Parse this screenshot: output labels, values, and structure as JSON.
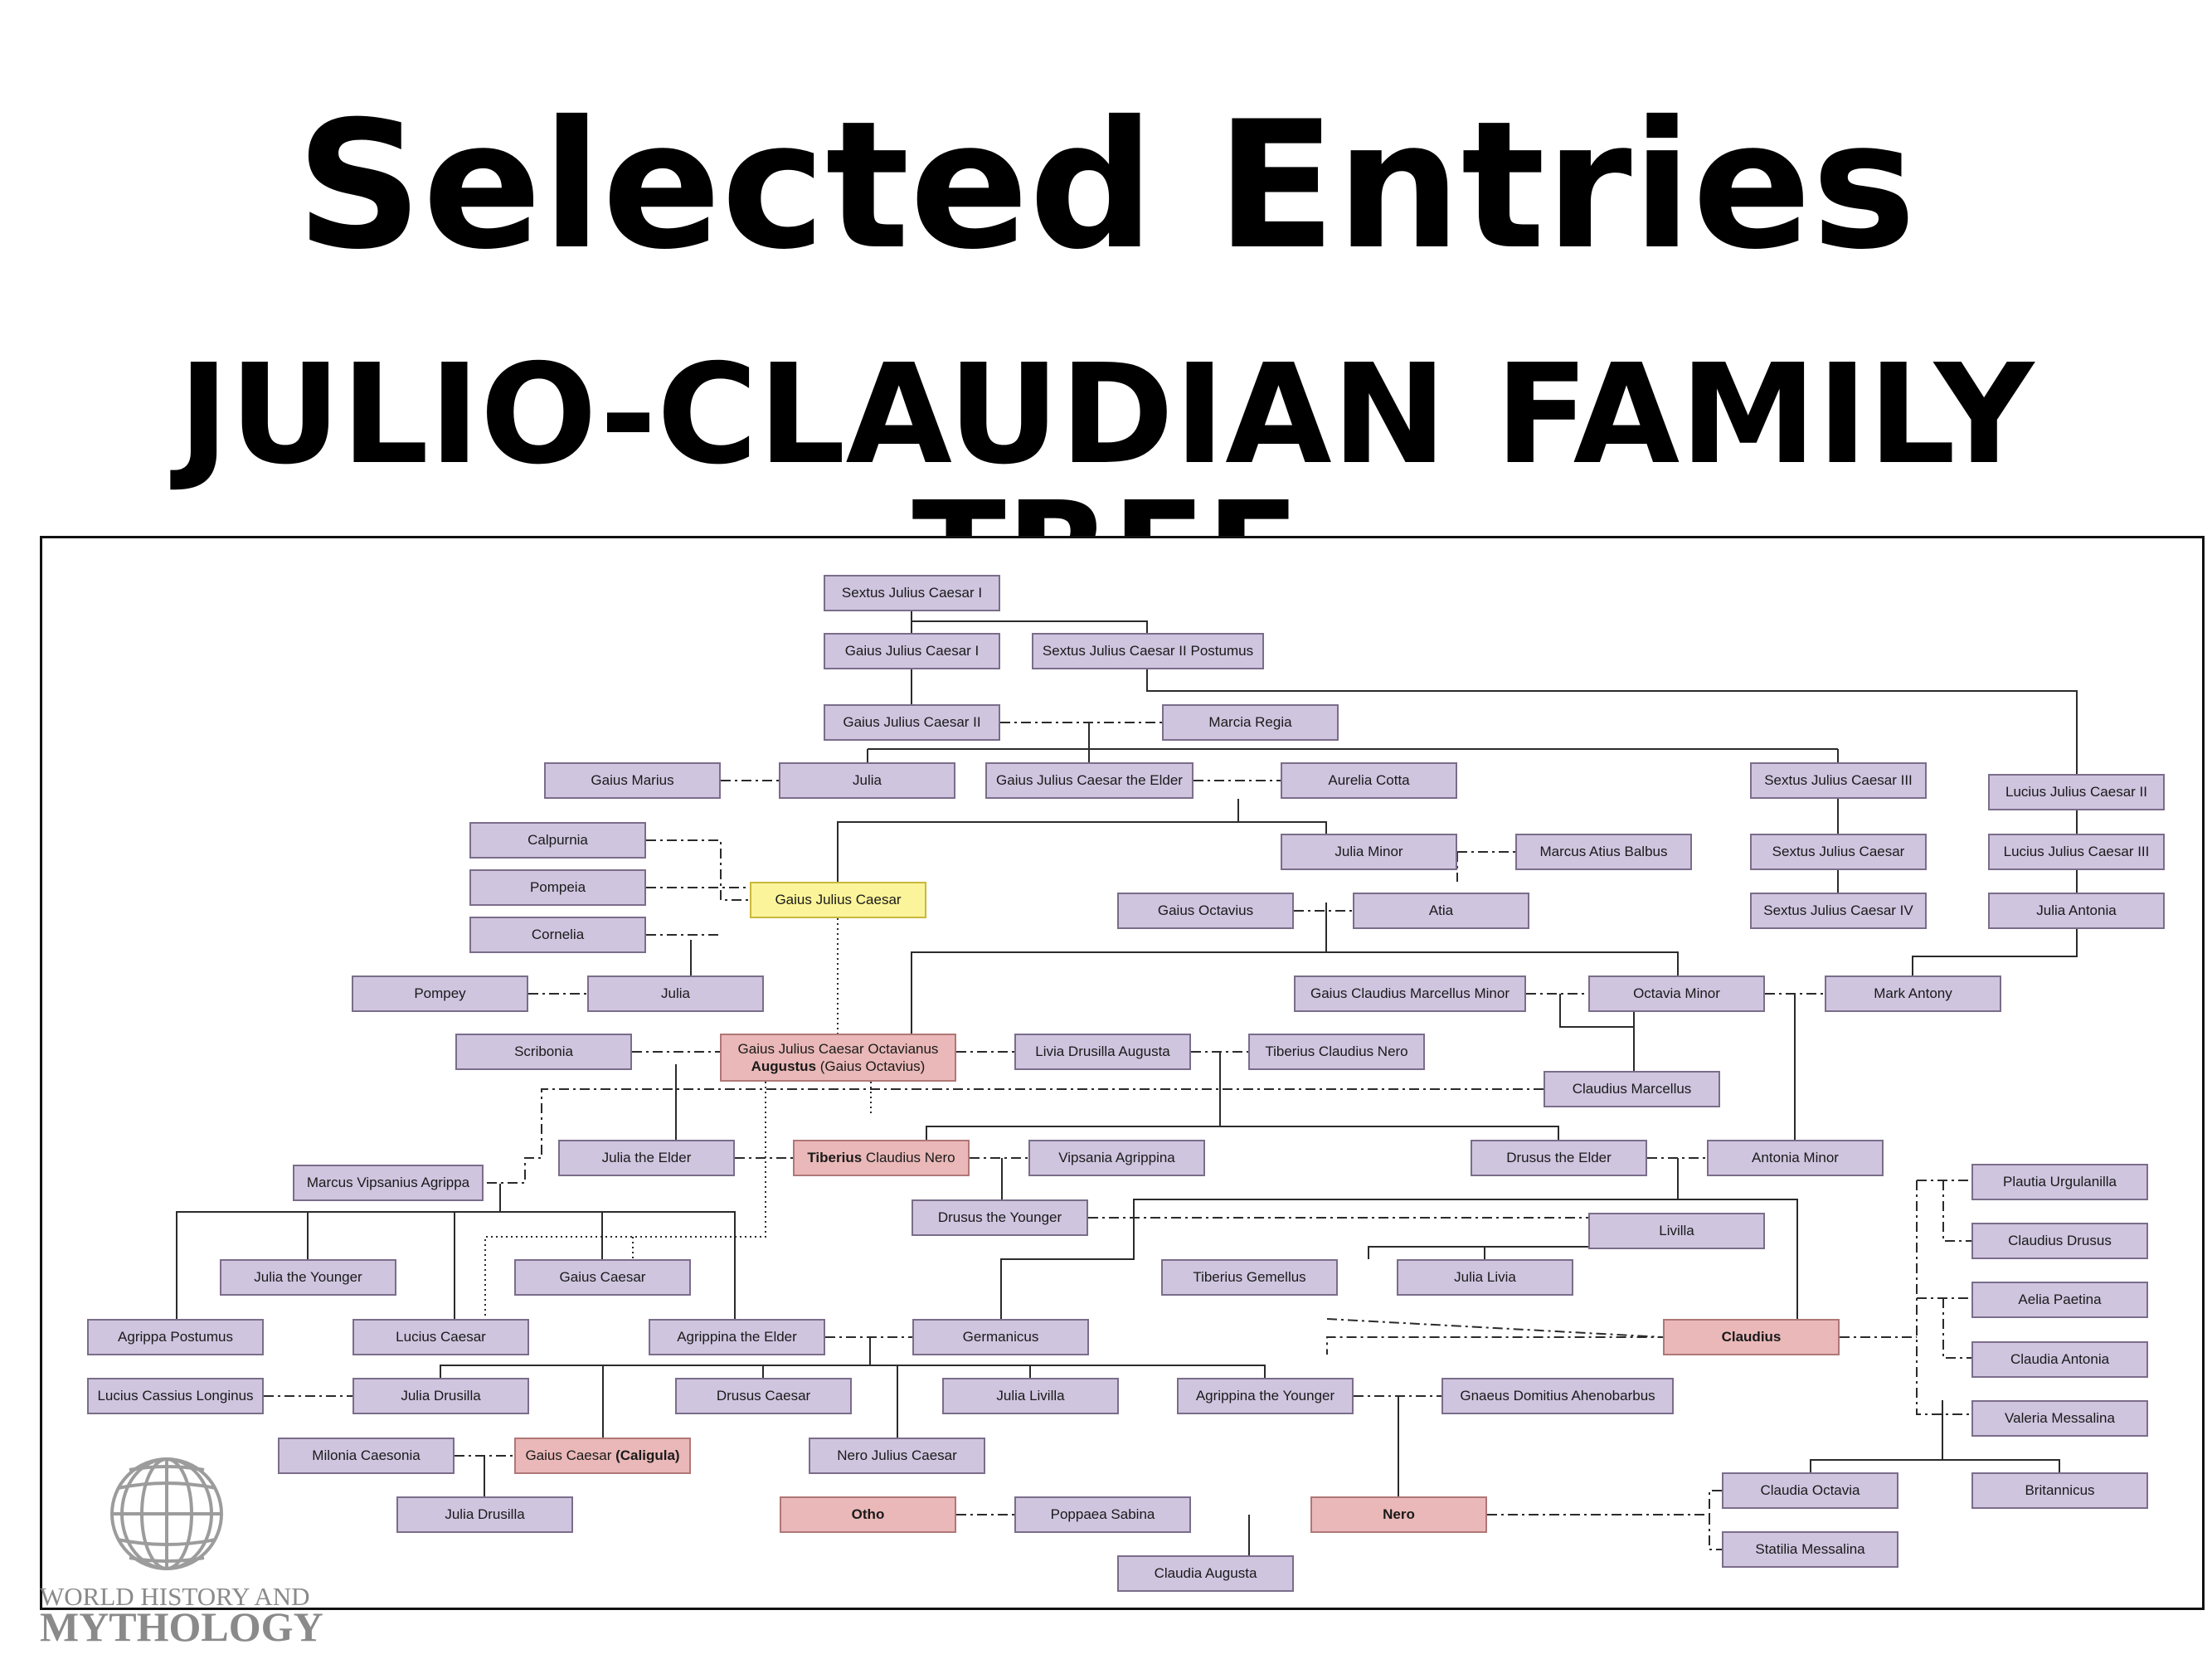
{
  "title": "Selected Entries",
  "subtitle": "JULIO-CLAUDIAN FAMILY TREE",
  "colors": {
    "default_fill": "#cfc5df",
    "emperor_fill": "#eab8b8",
    "highlight_fill": "#fbf49a",
    "line": "#2b2b2b"
  },
  "people": [
    {
      "id": "p1",
      "name": "Sextus Julius Caesar I",
      "kind": "default"
    },
    {
      "id": "p2",
      "name": "Gaius Julius Caesar I",
      "kind": "default"
    },
    {
      "id": "p3",
      "name": "Sextus Julius Caesar II Postumus",
      "kind": "default"
    },
    {
      "id": "p4",
      "name": "Gaius Julius Caesar II",
      "kind": "default"
    },
    {
      "id": "p5",
      "name": "Marcia Regia",
      "kind": "default"
    },
    {
      "id": "p6",
      "name": "Gaius Marius",
      "kind": "default"
    },
    {
      "id": "p7",
      "name": "Julia",
      "kind": "default"
    },
    {
      "id": "p8",
      "name": "Gaius Julius Caesar the Elder",
      "kind": "default"
    },
    {
      "id": "p9",
      "name": "Aurelia Cotta",
      "kind": "default"
    },
    {
      "id": "p10",
      "name": "Sextus Julius Caesar III",
      "kind": "default"
    },
    {
      "id": "p11",
      "name": "Lucius Julius Caesar II",
      "kind": "default"
    },
    {
      "id": "p12",
      "name": "Calpurnia",
      "kind": "default"
    },
    {
      "id": "p13",
      "name": "Pompeia",
      "kind": "default"
    },
    {
      "id": "p14",
      "name": "Cornelia",
      "kind": "default"
    },
    {
      "id": "p15",
      "name": "Gaius Julius Caesar",
      "kind": "highlight"
    },
    {
      "id": "p16",
      "name": "Julia Minor",
      "kind": "default"
    },
    {
      "id": "p17",
      "name": "Marcus Atius Balbus",
      "kind": "default"
    },
    {
      "id": "p18",
      "name": "Sextus Julius Caesar",
      "kind": "default"
    },
    {
      "id": "p19",
      "name": "Lucius Julius Caesar III",
      "kind": "default"
    },
    {
      "id": "p20",
      "name": "Gaius Octavius",
      "kind": "default"
    },
    {
      "id": "p21",
      "name": "Atia",
      "kind": "default"
    },
    {
      "id": "p22",
      "name": "Sextus Julius Caesar IV",
      "kind": "default"
    },
    {
      "id": "p23",
      "name": "Julia Antonia",
      "kind": "default"
    },
    {
      "id": "p24",
      "name": "Pompey",
      "kind": "default"
    },
    {
      "id": "p25",
      "name": "Julia",
      "kind": "default"
    },
    {
      "id": "p26",
      "name": "Gaius Claudius Marcellus Minor",
      "kind": "default"
    },
    {
      "id": "p27",
      "name": "Octavia Minor",
      "kind": "default"
    },
    {
      "id": "p28",
      "name": "Mark Antony",
      "kind": "default"
    },
    {
      "id": "p29",
      "name": "Scribonia",
      "kind": "default"
    },
    {
      "id": "p30",
      "name": "Gaius Julius Caesar Octavianus",
      "name2_bold": "Augustus",
      "name2_rest": " (Gaius Octavius)",
      "kind": "emperor"
    },
    {
      "id": "p31",
      "name": "Livia Drusilla Augusta",
      "kind": "default"
    },
    {
      "id": "p32",
      "name": "Tiberius Claudius Nero",
      "kind": "default"
    },
    {
      "id": "p33",
      "name": "Claudius Marcellus",
      "kind": "default"
    },
    {
      "id": "p34",
      "name": "Julia the Elder",
      "kind": "default"
    },
    {
      "id": "p35",
      "name_bold": "Tiberius",
      "name": " Claudius Nero",
      "kind": "emperor"
    },
    {
      "id": "p36",
      "name": "Vipsania Agrippina",
      "kind": "default"
    },
    {
      "id": "p37",
      "name": "Drusus the Elder",
      "kind": "default"
    },
    {
      "id": "p38",
      "name": "Antonia Minor",
      "kind": "default"
    },
    {
      "id": "p39",
      "name": "Marcus Vipsanius Agrippa",
      "kind": "default"
    },
    {
      "id": "p40",
      "name": "Plautia Urgulanilla",
      "kind": "default"
    },
    {
      "id": "p41",
      "name": "Drusus the Younger",
      "kind": "default"
    },
    {
      "id": "p42",
      "name": "Livilla",
      "kind": "default"
    },
    {
      "id": "p43",
      "name": "Claudius Drusus",
      "kind": "default"
    },
    {
      "id": "p44",
      "name": "Julia the Younger",
      "kind": "default"
    },
    {
      "id": "p45",
      "name": "Gaius Caesar",
      "kind": "default"
    },
    {
      "id": "p46",
      "name": "Tiberius Gemellus",
      "kind": "default"
    },
    {
      "id": "p47",
      "name": "Julia Livia",
      "kind": "default"
    },
    {
      "id": "p48",
      "name": "Aelia Paetina",
      "kind": "default"
    },
    {
      "id": "p49",
      "name": "Agrippa Postumus",
      "kind": "default"
    },
    {
      "id": "p50",
      "name": "Lucius Caesar",
      "kind": "default"
    },
    {
      "id": "p51",
      "name": "Agrippina the Elder",
      "kind": "default"
    },
    {
      "id": "p52",
      "name": "Germanicus",
      "kind": "default"
    },
    {
      "id": "p53",
      "name_bold": "Claudius",
      "name": "",
      "kind": "emperor"
    },
    {
      "id": "p54",
      "name": "Claudia Antonia",
      "kind": "default"
    },
    {
      "id": "p55",
      "name": "Lucius Cassius Longinus",
      "kind": "default"
    },
    {
      "id": "p56",
      "name": "Julia Drusilla",
      "kind": "default"
    },
    {
      "id": "p57",
      "name": "Drusus Caesar",
      "kind": "default"
    },
    {
      "id": "p58",
      "name": "Julia Livilla",
      "kind": "default"
    },
    {
      "id": "p59",
      "name": "Agrippina the Younger",
      "kind": "default"
    },
    {
      "id": "p60",
      "name": "Gnaeus Domitius Ahenobarbus",
      "kind": "default"
    },
    {
      "id": "p61",
      "name": "Valeria Messalina",
      "kind": "default"
    },
    {
      "id": "p62",
      "name": "Milonia Caesonia",
      "kind": "default"
    },
    {
      "id": "p63",
      "name": "Gaius Caesar ",
      "name_bold_suffix": "(Caligula)",
      "kind": "emperor"
    },
    {
      "id": "p64",
      "name": "Nero Julius Caesar",
      "kind": "default"
    },
    {
      "id": "p65",
      "name": "Claudia Octavia",
      "kind": "default"
    },
    {
      "id": "p66",
      "name": "Britannicus",
      "kind": "default"
    },
    {
      "id": "p67",
      "name": "Julia Drusilla",
      "kind": "default"
    },
    {
      "id": "p68",
      "name_bold": "Otho",
      "name": "",
      "kind": "emperor"
    },
    {
      "id": "p69",
      "name": "Poppaea Sabina",
      "kind": "default"
    },
    {
      "id": "p70",
      "name_bold": "Nero",
      "name": "",
      "kind": "emperor"
    },
    {
      "id": "p71",
      "name": "Statilia Messalina",
      "kind": "default"
    },
    {
      "id": "p72",
      "name": "Claudia Augusta",
      "kind": "default"
    }
  ],
  "watermark": {
    "line1": "WORLD HISTORY AND",
    "line2": "MYTHOLOGY",
    "logo_icon": "globe-icon"
  }
}
